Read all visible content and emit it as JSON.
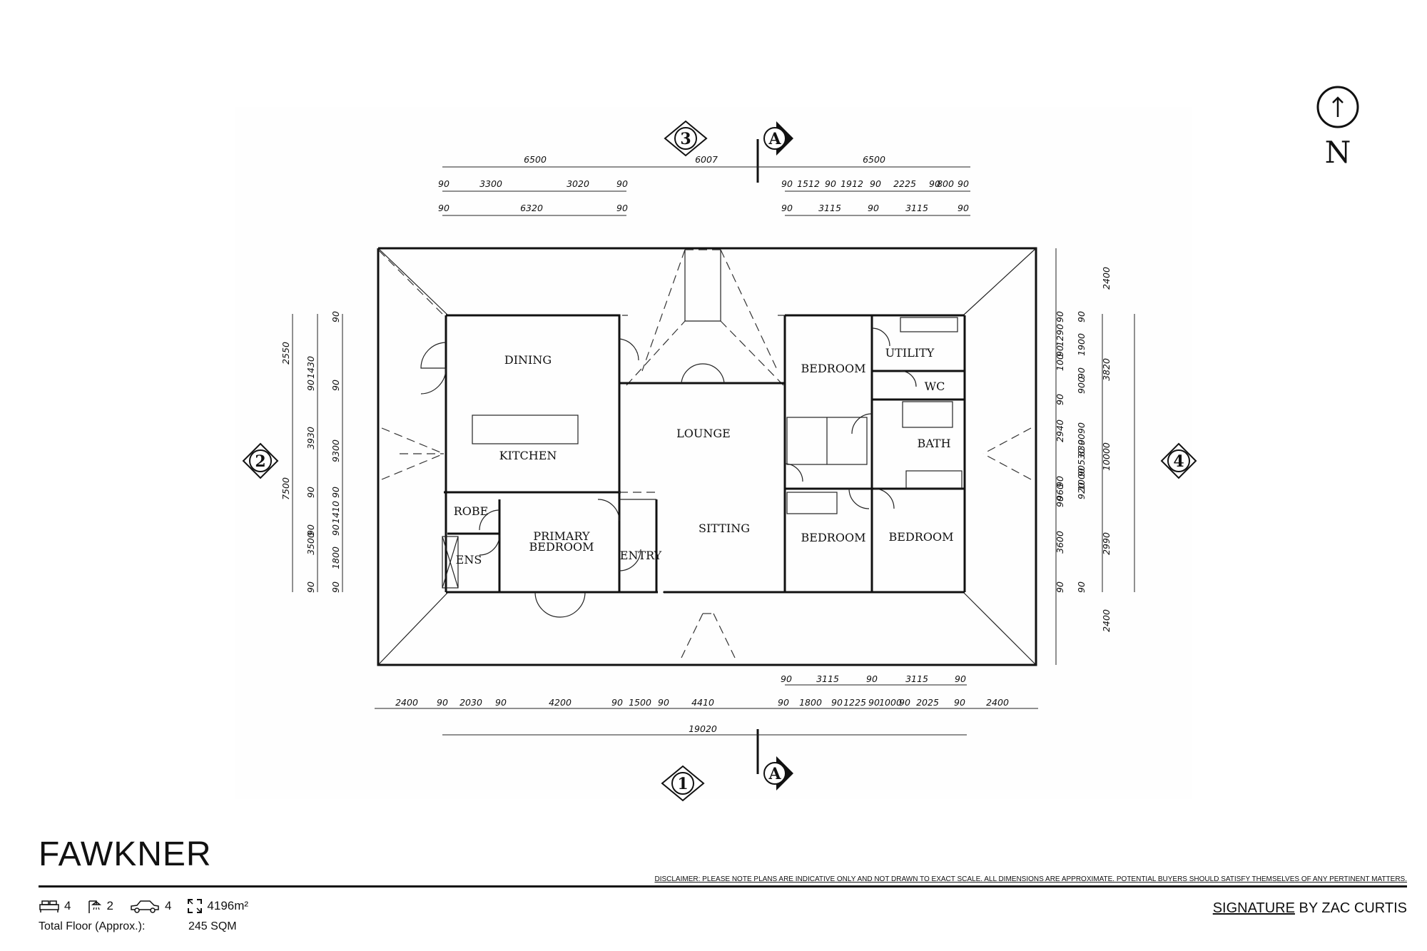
{
  "plan": {
    "name": "FAWKNER",
    "disclaimer": "DISCLAIMER: PLEASE NOTE PLANS ARE INDICATIVE ONLY AND NOT DRAWN TO EXACT SCALE. ALL DIMENSIONS ARE APPROXIMATE. POTENTIAL BUYERS SHOULD SATISFY THEMSELVES OF ANY PERTINENT MATTERS.",
    "north_label": "N"
  },
  "stats": {
    "bedrooms": "4",
    "bathrooms": "2",
    "car_spaces": "4",
    "land_size": "4196m²",
    "total_floor_label": "Total Floor (Approx.):",
    "total_floor_value": "245 SQM"
  },
  "brand": {
    "signature": "SIGNATURE",
    "by": " BY ZAC CURTIS"
  },
  "rooms": {
    "dining": "DINING",
    "kitchen": "KITCHEN",
    "robe": "ROBE",
    "primary_bedroom_1": "PRIMARY",
    "primary_bedroom_2": "BEDROOM",
    "ens": "ENS",
    "entry": "ENTRY",
    "lounge": "LOUNGE",
    "sitting": "SITTING",
    "bedroom_ne": "BEDROOM",
    "bedroom_se": "BEDROOM",
    "bedroom_sw": "BEDROOM",
    "utility": "UTILITY",
    "wc": "WC",
    "bath": "BATH"
  },
  "grid_markers": {
    "north_grid": "3",
    "south_grid": "1",
    "west_grid": "2",
    "east_grid": "4",
    "section_top": "A",
    "section_bottom": "A"
  },
  "dimensions": {
    "top_row1": [
      "6500",
      "6007",
      "6500"
    ],
    "top_row2": [
      "90",
      "3300",
      "3020",
      "90",
      "90",
      "1512",
      "90",
      "1912",
      "90",
      "2225",
      "90",
      "800",
      "90"
    ],
    "top_row3": [
      "90",
      "6320",
      "90",
      "90",
      "3115",
      "90",
      "3115",
      "90"
    ],
    "bottom_row1": [
      "90",
      "3115",
      "90",
      "3115",
      "90"
    ],
    "bottom_row2": [
      "2400",
      "90",
      "2030",
      "90",
      "4200",
      "90",
      "1500",
      "90",
      "4410",
      "90",
      "1800",
      "90",
      "1225",
      "90",
      "1000",
      "90",
      "2025",
      "90",
      "2400"
    ],
    "bottom_row3": [
      "19020"
    ],
    "left_outer": [
      "2550",
      "7500"
    ],
    "left_mid": [
      "1430",
      "3930",
      "3500"
    ],
    "left_inner": [
      "90",
      "90",
      "9300",
      "90",
      "1410",
      "90",
      "1800",
      "90"
    ],
    "left_inner2": [
      "90",
      "90",
      "90",
      "90"
    ],
    "right_outer": [
      "2400",
      "10000",
      "2400"
    ],
    "right_mid": [
      "3820",
      "2990"
    ],
    "right_inner": [
      "90",
      "1900",
      "90",
      "900",
      "90",
      "90",
      "830",
      "530",
      "90",
      "1000",
      "920",
      "90"
    ],
    "right_inner2": [
      "90",
      "1290",
      "90",
      "100",
      "90",
      "2940",
      "90",
      "960",
      "90",
      "3600",
      "90"
    ]
  }
}
